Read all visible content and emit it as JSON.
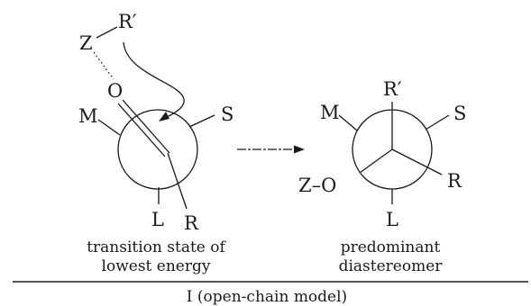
{
  "left": {
    "atoms": {
      "z": "Z",
      "r_prime": "R′",
      "o": "O",
      "m": "M",
      "s": "S",
      "l": "L",
      "r": "R"
    },
    "caption": [
      "transition state of",
      "lowest energy"
    ]
  },
  "right": {
    "atoms": {
      "r_prime": "R′",
      "m": "M",
      "s": "S",
      "zo": "Z–O",
      "r": "R",
      "l": "L"
    },
    "caption": [
      "predominant",
      "diastereomer"
    ]
  },
  "footer": {
    "label": "I (open-chain model)"
  }
}
